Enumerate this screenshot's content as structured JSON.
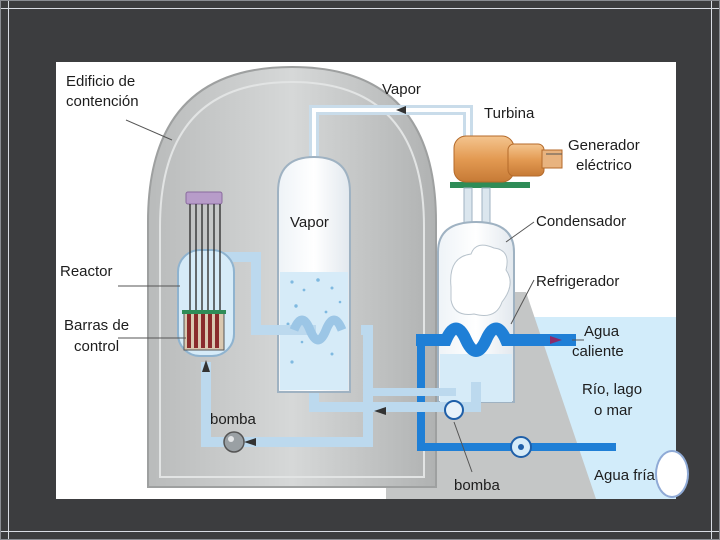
{
  "labels": {
    "containment": [
      "Edificio de",
      "contención"
    ],
    "vapor_top": "Vapor",
    "turbine": "Turbina",
    "generator": [
      "Generador",
      "eléctrico"
    ],
    "vapor_inner": "Vapor",
    "condenser": "Condensador",
    "reactor": "Reactor",
    "refrigerator": "Refrigerador",
    "control_rods": [
      "Barras de",
      "control"
    ],
    "hot_water": [
      "Agua",
      "caliente"
    ],
    "river": [
      "Río, lago",
      "o mar"
    ],
    "pump_left": "bomba",
    "pump_bottom": "bomba",
    "cold_water": "Agua fría"
  },
  "colors": {
    "dome": "#c9cbcb",
    "pipe_light": "#bcd9ee",
    "pipe_dark": "#1f7fd6",
    "water": "#d2ecfa",
    "generator": "#e8a561",
    "turbine_base": "#2f8c57",
    "rods": "#8a2b2b"
  }
}
